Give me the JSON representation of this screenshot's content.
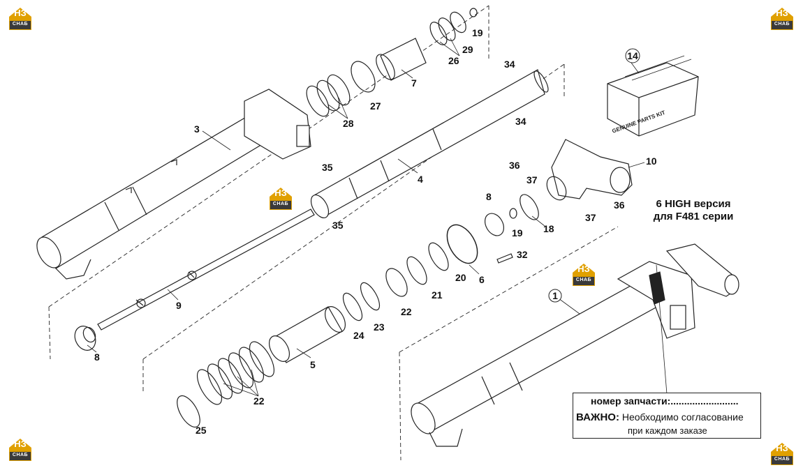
{
  "logo": {
    "text": "НЗ",
    "sub": "СНАБ"
  },
  "callouts": {
    "c1": "1",
    "c3": "3",
    "c4": "4",
    "c5": "5",
    "c6": "6",
    "c7": "7",
    "c8a": "8",
    "c8b": "8",
    "c9": "9",
    "c10": "10",
    "c14": "14",
    "c18": "18",
    "c19a": "19",
    "c19b": "19",
    "c20": "20",
    "c21": "21",
    "c22a": "22",
    "c22b": "22",
    "c23": "23",
    "c24": "24",
    "c25": "25",
    "c26": "26",
    "c27": "27",
    "c28": "28",
    "c29": "29",
    "c32": "32",
    "c34a": "34",
    "c34b": "34",
    "c35a": "35",
    "c35b": "35",
    "c36a": "36",
    "c36b": "36",
    "c37a": "37",
    "c37b": "37"
  },
  "kit_label": "GENUINE PARTS KIT",
  "variant": {
    "line1": "6 HIGH версия",
    "line2": "для F481 серии"
  },
  "note": {
    "part_label": "номер запчасти:.........................",
    "important_label": "ВАЖНО:",
    "important_text": "Необходимо согласование",
    "important_text2": "при каждом заказе"
  }
}
